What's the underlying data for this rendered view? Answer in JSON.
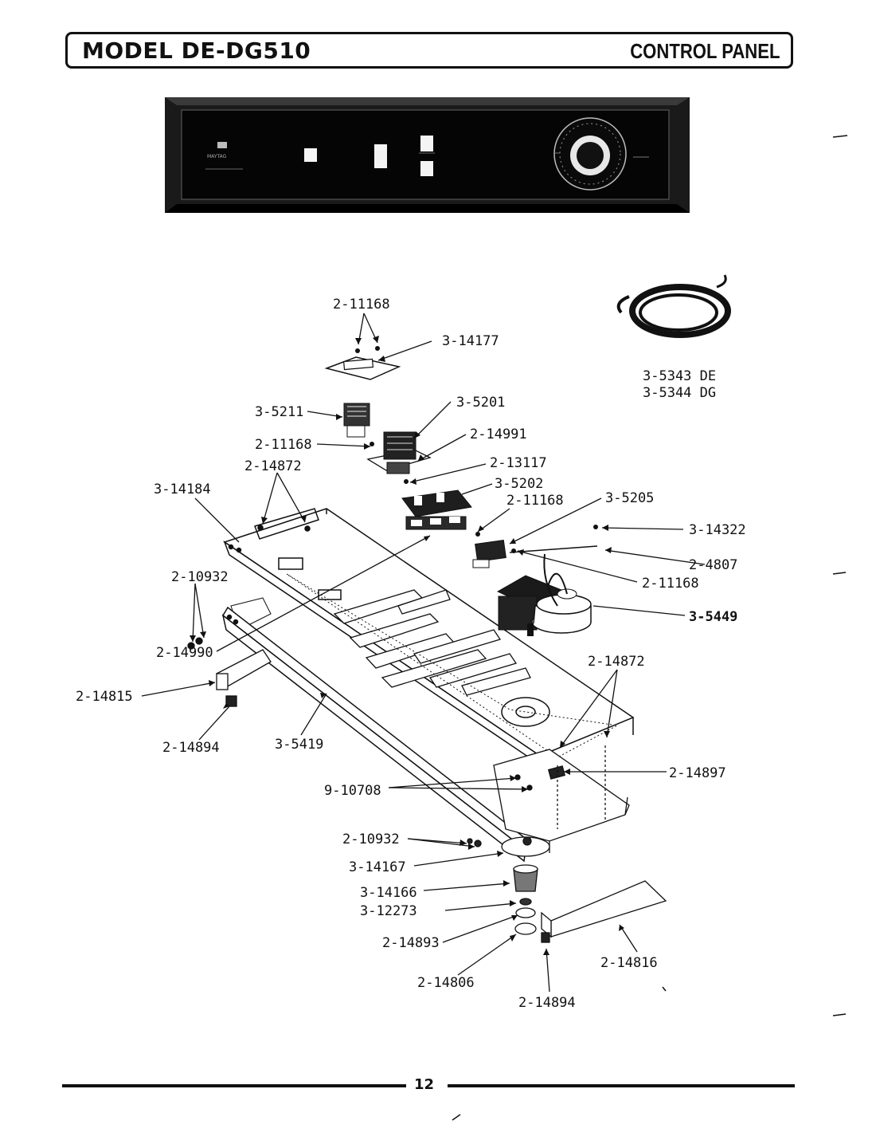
{
  "header": {
    "model": "MODEL DE-DG510",
    "section": "CONTROL PANEL"
  },
  "panel": {
    "brand": "MAYTAG"
  },
  "labels": {
    "p1": "2-11168",
    "p2": "3-14177",
    "p3": "3-5343 DE",
    "p4": "3-5344 DG",
    "p5": "3-5211",
    "p6": "3-5201",
    "p7": "2-11168",
    "p8": "2-14991",
    "p9": "2-14872",
    "p10": "2-13117",
    "p11": "3-14184",
    "p12": "3-5202",
    "p13": "2-11168",
    "p14": "3-5205",
    "p15": "3-14322",
    "p16": "2-4807",
    "p17": "2-10932",
    "p18": "2-11168",
    "p19": "3-5449",
    "p20": "2-14990",
    "p21": "2-14872",
    "p22": "2-14815",
    "p23": "2-14894",
    "p24": "3-5419",
    "p25": "2-14897",
    "p26": "9-10708",
    "p27": "2-10932",
    "p28": "3-14167",
    "p29": "3-14166",
    "p30": "3-12273",
    "p31": "2-14893",
    "p32": "2-14806",
    "p33": "2-14816",
    "p34": "2-14894"
  },
  "footer": {
    "page": "12"
  }
}
